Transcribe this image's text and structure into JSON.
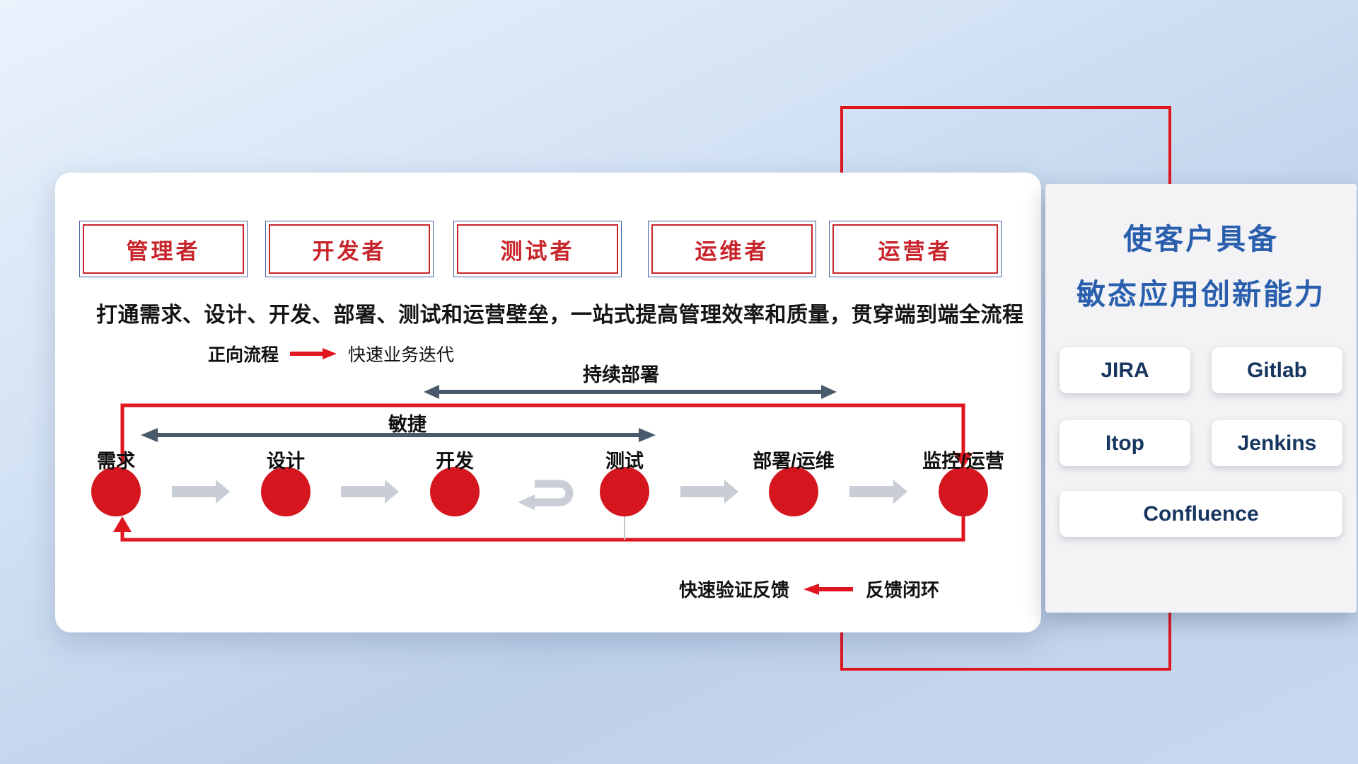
{
  "colors": {
    "red": "#e0161f",
    "stage-red": "#d5161e",
    "slate": "#4a5a6d",
    "gray-arrow": "#c9ced6",
    "blue-title": "#2a5fae",
    "navy-text": "#17365f",
    "role-red": "#c8242b",
    "role-border": "#41609f"
  },
  "icons": {
    "forward-arrow-icon": "red right arrow",
    "feedback-arrow-icon": "red left arrow",
    "continuous-deploy-arrow-icon": "slate double-headed arrow",
    "agile-arrow-icon": "slate double-headed arrow",
    "flow-step-arrow-icon": "gray block arrow pointing right",
    "iteration-uturn-icon": "gray u-turn iteration arrow",
    "feedback-loop-icon": "red closed loop with arrowheads"
  },
  "main_panel": {
    "roles": [
      {
        "label": "管理者"
      },
      {
        "label": "开发者"
      },
      {
        "label": "测试者"
      },
      {
        "label": "运维者"
      },
      {
        "label": "运营者"
      }
    ],
    "subtitle": "打通需求、设计、开发、部署、测试和运营壁垒，一站式提高管理效率和质量，贯穿端到端全流程",
    "legend_forward": {
      "label": "正向流程",
      "desc": "快速业务迭代"
    },
    "span_arrows": {
      "continuous_deploy": "持续部署",
      "agile": "敏捷"
    },
    "stages": [
      {
        "label": "需求"
      },
      {
        "label": "设计"
      },
      {
        "label": "开发"
      },
      {
        "label": "测试"
      },
      {
        "label": "部署/运维"
      },
      {
        "label": "监控/运营"
      }
    ],
    "legend_feedback": {
      "label": "快速验证反馈",
      "desc": "反馈闭环"
    }
  },
  "side_panel": {
    "title_line1": "使客户具备",
    "title_line2": "敏态应用创新能力",
    "tools": [
      "JIRA",
      "Gitlab",
      "Itop",
      "Jenkins",
      "Confluence"
    ]
  }
}
